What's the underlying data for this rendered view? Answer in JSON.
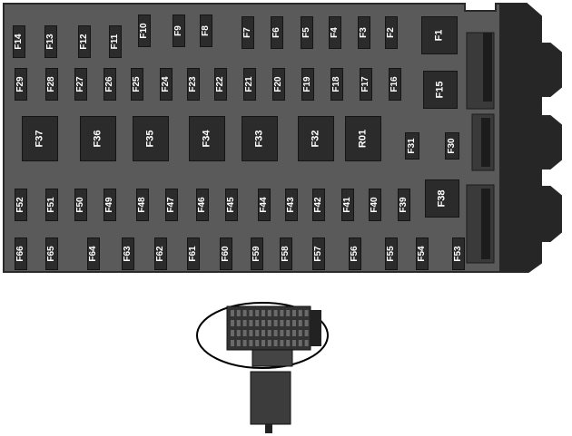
{
  "fuse_box": {
    "colors": {
      "housing": "#5a5a5a",
      "fuse": "#2b2b2b",
      "connector": "#2a2a2a",
      "text": "#ffffff"
    },
    "fuses": [
      "F14",
      "F13",
      "F12",
      "F11",
      "F10",
      "F9",
      "F8",
      "F7",
      "F6",
      "F5",
      "F4",
      "F3",
      "F2",
      "F1",
      "F29",
      "F28",
      "F27",
      "F26",
      "F25",
      "F24",
      "F23",
      "F22",
      "F21",
      "F20",
      "F19",
      "F18",
      "F17",
      "F16",
      "F15",
      "F37",
      "F36",
      "F35",
      "F34",
      "F33",
      "F32",
      "R01",
      "F31",
      "F30",
      "F52",
      "F51",
      "F50",
      "F49",
      "F48",
      "F47",
      "F46",
      "F45",
      "F44",
      "F43",
      "F42",
      "F41",
      "F40",
      "F39",
      "F38",
      "F66",
      "F65",
      "F64",
      "F63",
      "F62",
      "F61",
      "F60",
      "F59",
      "F58",
      "F57",
      "F56",
      "F55",
      "F54",
      "F53"
    ]
  },
  "locator": {
    "description_icon": "fuse-box-location-icon"
  }
}
